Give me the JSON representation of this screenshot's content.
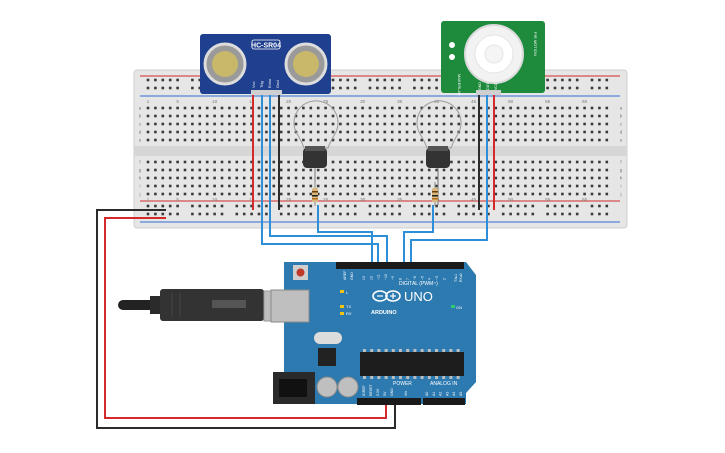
{
  "ultrasonic": {
    "model": "HC-SR04",
    "pins": [
      "Vcc",
      "Trig",
      "Echo",
      "Gnd"
    ],
    "pcb_color": "#1f3f8f"
  },
  "pir": {
    "pins": [
      "GND",
      "OUT",
      "VCC"
    ],
    "side_left": "MAKERLAB",
    "side_right": "PIR MOTION",
    "pcb_color": "#1d8a3c"
  },
  "breadboard": {
    "col_numbers": [
      "1",
      "5",
      "10",
      "15",
      "20",
      "25",
      "30",
      "35",
      "40",
      "45",
      "50",
      "55",
      "60"
    ],
    "row_letters_top": [
      "a",
      "b",
      "c",
      "d",
      "e"
    ],
    "row_letters_bottom": [
      "f",
      "g",
      "h",
      "i",
      "j"
    ]
  },
  "arduino": {
    "brand": "ARDUINO",
    "model": "UNO",
    "digital_header": "DIGITAL (PWM~)",
    "power_header": "POWER",
    "analog_header": "ANALOG IN",
    "labels": {
      "tx": "TX",
      "rx": "RX",
      "on": "ON",
      "l": "L",
      "aref": "AREF",
      "gnd": "GND",
      "ioref": "IOREF",
      "reset": "RESET",
      "v33": "3.3V",
      "v5": "5V",
      "vin": "Vin",
      "tx_pin": "TX▸1",
      "rx_pin": "RX◂0"
    },
    "digital_pins": [
      "13",
      "12",
      "~11",
      "~10",
      "~9",
      "8",
      "7",
      "~6",
      "~5",
      "4",
      "~3",
      "2"
    ],
    "analog_pins": [
      "A0",
      "A1",
      "A2",
      "A3",
      "A4",
      "A5"
    ],
    "board_color": "#2c7ab0"
  },
  "colors": {
    "wire_blue": "#2f8fd6",
    "wire_red": "#d42a2a",
    "wire_black": "#2b2b2b"
  }
}
